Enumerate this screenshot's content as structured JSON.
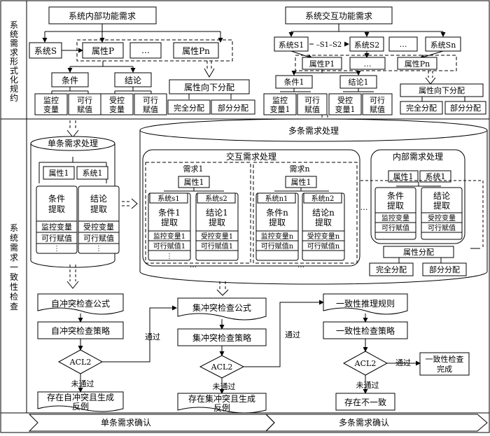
{
  "rows": {
    "formalization": "系统需求形式化规约",
    "consistency": "系统需求一致性检查"
  },
  "internal_func": {
    "title": "系统内部功能需求",
    "system": "系统S",
    "attr": "属性P",
    "ellipsis": "…",
    "attr_n": "属性Pn",
    "condition": "条件",
    "conclusion": "结论",
    "monitor_var": "监控变量",
    "feasible_val": "可行赋值",
    "controlled_var": "受控变量",
    "down_assign": "属性向下分配",
    "full_assign": "完全分配",
    "partial_assign": "部分分配"
  },
  "interact_func": {
    "title": "系统交互功能需求",
    "s1": "系统S1",
    "s1_s2": "–S1–S2",
    "s2": "系统S2",
    "ellipsis": "…",
    "sn": "系统Sn",
    "p1": "属性P1",
    "pn": "属性Pn",
    "cond1": "条件1",
    "concl1": "结论1",
    "monitor_var1": "监控变量1",
    "feasible_val": "可行赋值",
    "controlled_var1": "受控变量1",
    "down_assign": "属性向下分配",
    "full_assign": "完全分配",
    "partial_assign": "部分分配"
  },
  "single_proc": {
    "title": "单条需求处理",
    "attr1": "属性1",
    "sys1": "系统1",
    "cond_extract": "条件提取",
    "concl_extract": "结论提取",
    "monitor_var": "监控变量",
    "controlled_var": "受控变量",
    "feasible_val": "可行赋值",
    "dots": "⋮"
  },
  "multi_proc": {
    "title": "多条需求处理",
    "interact_title": "交互需求处理",
    "req1": "需求1",
    "reqn": "需求n",
    "attr1": "属性1",
    "s1": "系统s1",
    "s2": "系统s2",
    "n1": "系统n1",
    "n2": "系统n2",
    "cond1_extract": "条件1提取",
    "concl1_extract": "结论1提取",
    "condn_extract": "条件n提取",
    "concln_extract": "结论n提取",
    "monitor_var1": "监控变量1",
    "controlled_var1": "受控变量1",
    "feasible_val1": "可行赋值1",
    "monitor_varn": "监控变量n",
    "controlled_varn": "受控变量n",
    "feasible_valn": "可行赋值n",
    "dots": "…",
    "vdots": "⋮",
    "internal_title": "内部需求处理",
    "sys1": "系统1",
    "cond_extract": "条件提取",
    "concl_extract": "结论提取",
    "monitor_var": "监控变量",
    "controlled_var": "受控变量",
    "feasible_val": "可行赋值",
    "attr_assign": "属性分配",
    "full_assign": "完全分配",
    "partial_assign": "部分分配"
  },
  "checks": {
    "self_formula": "自冲突检查公式",
    "self_strategy": "自冲突检查策略",
    "set_formula": "集冲突检查公式",
    "set_strategy": "集冲突检查策略",
    "rule": "一致性推理规则",
    "cons_strategy": "一致性检查策略",
    "acl2": "ACL2",
    "pass": "通过",
    "fail": "未通过",
    "self_fail_result": "存在自冲突且生成反例",
    "set_fail_result": "存在集冲突且生成反例",
    "inconsistent": "存在不一致",
    "complete": "一致性检查完成"
  },
  "footer": {
    "single_confirm": "单条需求确认",
    "multi_confirm": "多条需求确认"
  }
}
